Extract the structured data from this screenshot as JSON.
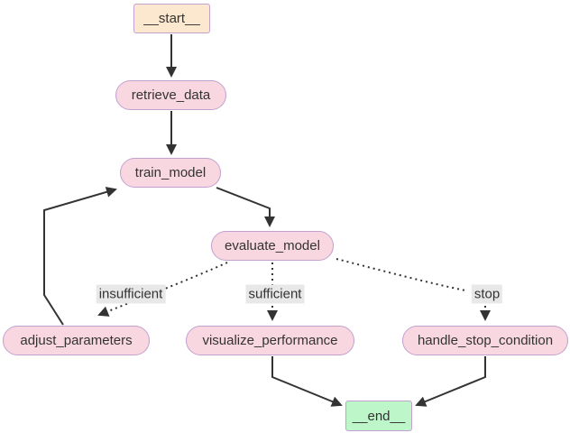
{
  "diagram_type": "flowchart",
  "nodes": {
    "start": {
      "label": "__start__",
      "shape": "rectangle",
      "role": "entry"
    },
    "retrieve_data": {
      "label": "retrieve_data",
      "shape": "stadium",
      "role": "step"
    },
    "train_model": {
      "label": "train_model",
      "shape": "stadium",
      "role": "step"
    },
    "evaluate_model": {
      "label": "evaluate_model",
      "shape": "stadium",
      "role": "step"
    },
    "adjust_parameters": {
      "label": "adjust_parameters",
      "shape": "stadium",
      "role": "step"
    },
    "visualize_performance": {
      "label": "visualize_performance",
      "shape": "stadium",
      "role": "step"
    },
    "handle_stop_condition": {
      "label": "handle_stop_condition",
      "shape": "stadium",
      "role": "step"
    },
    "end": {
      "label": "__end__",
      "shape": "rectangle",
      "role": "exit"
    }
  },
  "edges": [
    {
      "from": "__start__",
      "to": "retrieve_data",
      "style": "solid",
      "label": ""
    },
    {
      "from": "retrieve_data",
      "to": "train_model",
      "style": "solid",
      "label": ""
    },
    {
      "from": "train_model",
      "to": "evaluate_model",
      "style": "solid",
      "label": ""
    },
    {
      "from": "evaluate_model",
      "to": "adjust_parameters",
      "style": "dotted",
      "label": "insufficient"
    },
    {
      "from": "evaluate_model",
      "to": "visualize_performance",
      "style": "dotted",
      "label": "sufficient"
    },
    {
      "from": "evaluate_model",
      "to": "handle_stop_condition",
      "style": "dotted",
      "label": "stop"
    },
    {
      "from": "adjust_parameters",
      "to": "train_model",
      "style": "solid",
      "label": ""
    },
    {
      "from": "visualize_performance",
      "to": "__end__",
      "style": "solid",
      "label": ""
    },
    {
      "from": "handle_stop_condition",
      "to": "__end__",
      "style": "solid",
      "label": ""
    }
  ],
  "colors": {
    "background": "#ffffff",
    "node_fill": "#f8d7e1",
    "node_border": "#c2a0d0",
    "start_fill": "#fbe8cf",
    "end_fill": "#bcf6c9",
    "edge_stroke": "#333333",
    "label_bg": "#e8e8e8",
    "text": "#333333"
  }
}
